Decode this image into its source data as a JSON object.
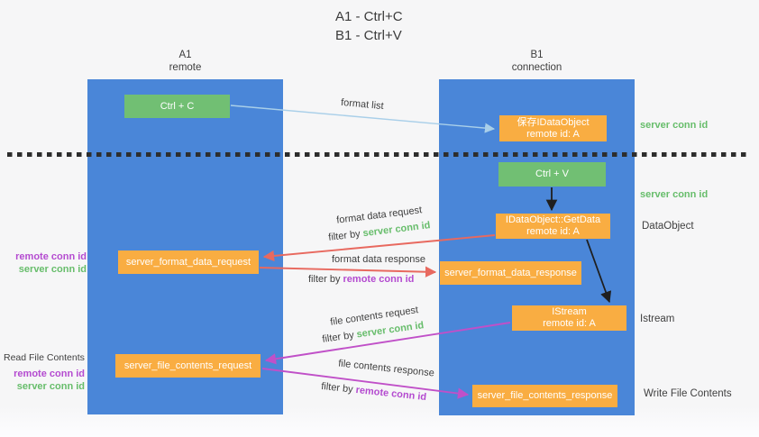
{
  "title": {
    "line1": "A1 - Ctrl+C",
    "line2": "B1 - Ctrl+V"
  },
  "lifelines": {
    "left": {
      "name": "A1",
      "role": "remote"
    },
    "right": {
      "name": "B1",
      "role": "connection"
    }
  },
  "nodes": {
    "ctrl_c": {
      "label": "Ctrl + C"
    },
    "save_idataobject": {
      "line1": "保存IDataObject",
      "line2": "remote id: A"
    },
    "ctrl_v": {
      "label": "Ctrl + V"
    },
    "getdata": {
      "line1": "IDataObject::GetData",
      "line2": "remote id: A"
    },
    "format_request": {
      "label": "server_format_data_request"
    },
    "format_response": {
      "label": "server_format_data_response"
    },
    "istream": {
      "line1": "IStream",
      "line2": "remote id: A"
    },
    "file_request": {
      "label": "server_file_contents_request"
    },
    "file_response": {
      "label": "server_file_contents_response"
    }
  },
  "edge_labels": {
    "format_list": "format list",
    "format_data_request": "format data request",
    "format_data_response": "format data response",
    "file_contents_request": "file contents request",
    "file_contents_response": "file contents response",
    "filter_by": "filter by",
    "server_conn_id": "server conn id",
    "remote_conn_id": "remote conn id"
  },
  "side_labels": {
    "right_top_server_conn": "server conn id",
    "right_mid_server_conn": "server conn id",
    "dataobject": "DataObject",
    "istream": "Istream",
    "write_file_contents": "Write File Contents",
    "read_file_contents": "Read File Contents",
    "left_format_remote": "remote conn id",
    "left_format_server": "server conn id",
    "left_file_remote": "remote conn id",
    "left_file_server": "server conn id"
  },
  "colors": {
    "lifeline_blue": "#4a86d8",
    "box_green": "#71bf73",
    "box_orange": "#f9ad42",
    "arrow_light_blue": "#a9cfe9",
    "arrow_red": "#e8695f",
    "arrow_magenta": "#c050c8",
    "arrow_black": "#1f1f1f",
    "text_green": "#67bd6b",
    "text_purple": "#b44bd0",
    "text_dark": "#3d3d3d",
    "background": "#f6f6f7"
  }
}
